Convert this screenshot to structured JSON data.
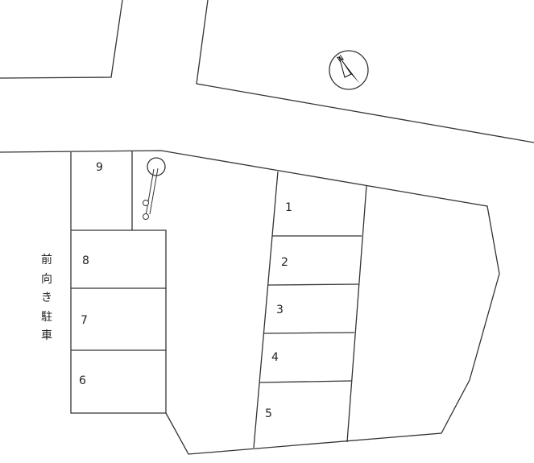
{
  "map": {
    "compass_letter": "N",
    "spaces": [
      {
        "id": "space-1",
        "label": "1"
      },
      {
        "id": "space-2",
        "label": "2"
      },
      {
        "id": "space-3",
        "label": "3"
      },
      {
        "id": "space-4",
        "label": "4"
      },
      {
        "id": "space-5",
        "label": "5"
      },
      {
        "id": "space-6",
        "label": "6"
      },
      {
        "id": "space-7",
        "label": "7"
      },
      {
        "id": "space-8",
        "label": "8"
      },
      {
        "id": "space-9",
        "label": "9"
      }
    ],
    "note_chars": [
      "前",
      "向",
      "き",
      "駐",
      "車"
    ]
  }
}
